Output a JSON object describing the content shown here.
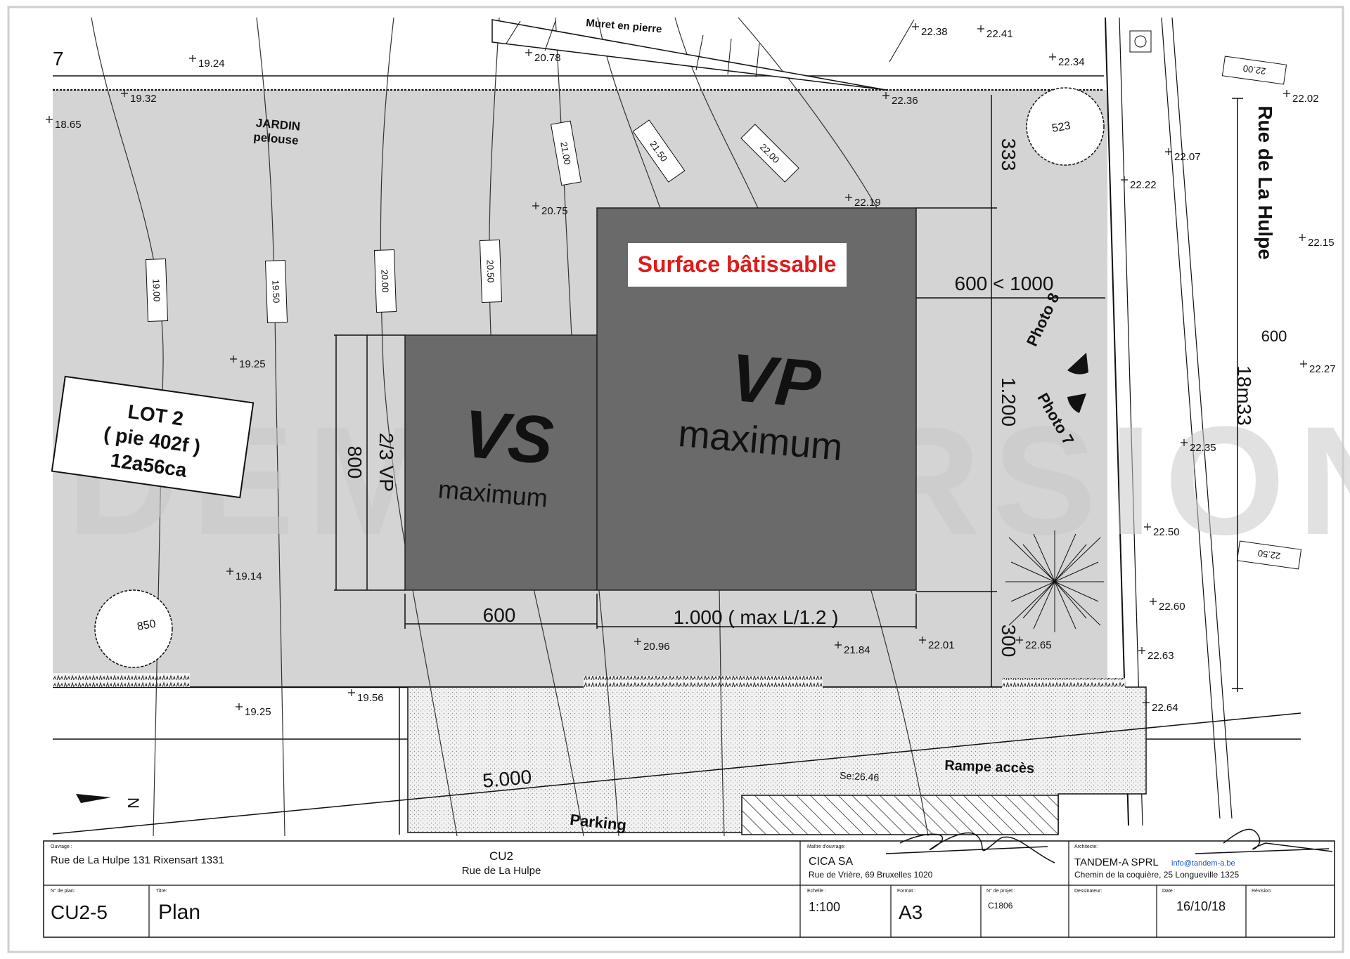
{
  "labels": {
    "surface": "Surface bâtissable",
    "jardin": "JARDIN",
    "pelouse": "pelouse",
    "muret": "Muret en pierre",
    "rue": "Rue de La Hulpe",
    "lot_line1": "LOT 2",
    "lot_line2": "( pie 402f )",
    "lot_line3": "12a56ca",
    "vs": "VS",
    "vs_sub": "maximum",
    "vp": "VP",
    "vp_sub": "maximum",
    "photo8": "Photo 8",
    "photo7": "Photo 7",
    "parking": "Parking",
    "rampe": "Rampe accès",
    "seuil": "Se:26.46",
    "parcel_num": "7",
    "north": "N",
    "watermark": "DEMO VERSION"
  },
  "dims": {
    "d333": "333",
    "d600_1000": "600 < 1000",
    "d1200": "1.200",
    "d800": "800",
    "d23vp": "2/3 VP",
    "d600_bottom": "600",
    "d1000": "1.000 ( max L/1.2 )",
    "d300": "300",
    "d600_right": "600",
    "d18m33": "18m33",
    "d5000": "5.000"
  },
  "trees": {
    "t523": "523",
    "t850": "850"
  },
  "spot_levels": [
    "19.24",
    "19.32",
    "18.65",
    "20.78",
    "22.38",
    "22.41",
    "22.34",
    "22.36",
    "22.19",
    "20.75",
    "19.25",
    "19.14",
    "20.96",
    "21.84",
    "22.01",
    "22.65",
    "19.56",
    "19.25",
    "22.07",
    "22.22",
    "22.02",
    "22.15",
    "22.27",
    "22.35",
    "22.50",
    "22.60",
    "22.63",
    "22.64"
  ],
  "contours": [
    "19.00",
    "19.50",
    "20.00",
    "20.50",
    "21.00",
    "21.50",
    "22.00",
    "22.00",
    "22.50"
  ],
  "title_block": {
    "ouvrage_label": "Ouvrage :",
    "ouvrage": "Rue de La Hulpe 131 Rixensart 1331",
    "project_title": "CU2",
    "project_sub": "Rue de La Hulpe",
    "maitre_label": "Maître d'ouvrage:",
    "client": "CICA SA",
    "client_addr": "Rue de Vrière, 69 Bruxelles  1020",
    "architect_label": "Architecte:",
    "architect": "TANDEM-A SPRL",
    "architect_email": "info@tandem-a.be",
    "architect_addr": "Chemin de la coquière, 25 Longueville 1325",
    "plan_no_label": "N° de plan:",
    "plan_no": "CU2-5",
    "titre_label": "Titre:",
    "titre": "Plan",
    "echelle_label": "Echelle :",
    "echelle": "1:100",
    "format_label": "Format :",
    "format": "A3",
    "projet_label": "N° de projet :",
    "projet": "C1806",
    "dessinateur_label": "Dessinateur:",
    "date_label": "Date :",
    "date": "16/10/18",
    "revision_label": "Révision:"
  },
  "colors": {
    "garden": "#d4d4d4",
    "building": "#6a6a6a",
    "surface_text": "#e01b1b",
    "ink": "#111111"
  }
}
